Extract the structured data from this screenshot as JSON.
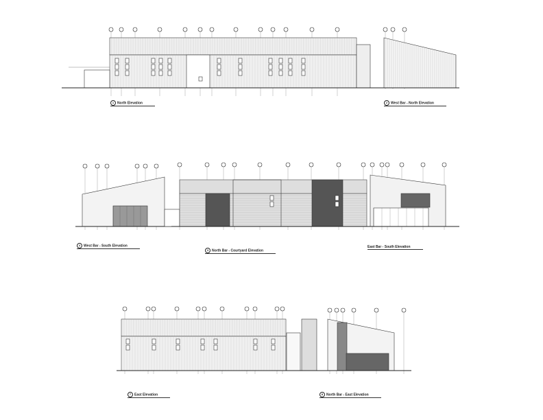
{
  "sheet": {
    "views": [
      {
        "number": "1",
        "title": "North Elevation"
      },
      {
        "number": "2",
        "title": "West Bar - North Elevation"
      },
      {
        "number": "4",
        "title": "West Bar - South Elevation"
      },
      {
        "number": "3",
        "title": "North Bar - Courtyard Elevation"
      },
      {
        "number": "",
        "title": "East Bar - South Elevation"
      },
      {
        "number": "7",
        "title": "East Elevation"
      },
      {
        "number": "8",
        "title": "North Bar - East Elevation"
      }
    ]
  }
}
